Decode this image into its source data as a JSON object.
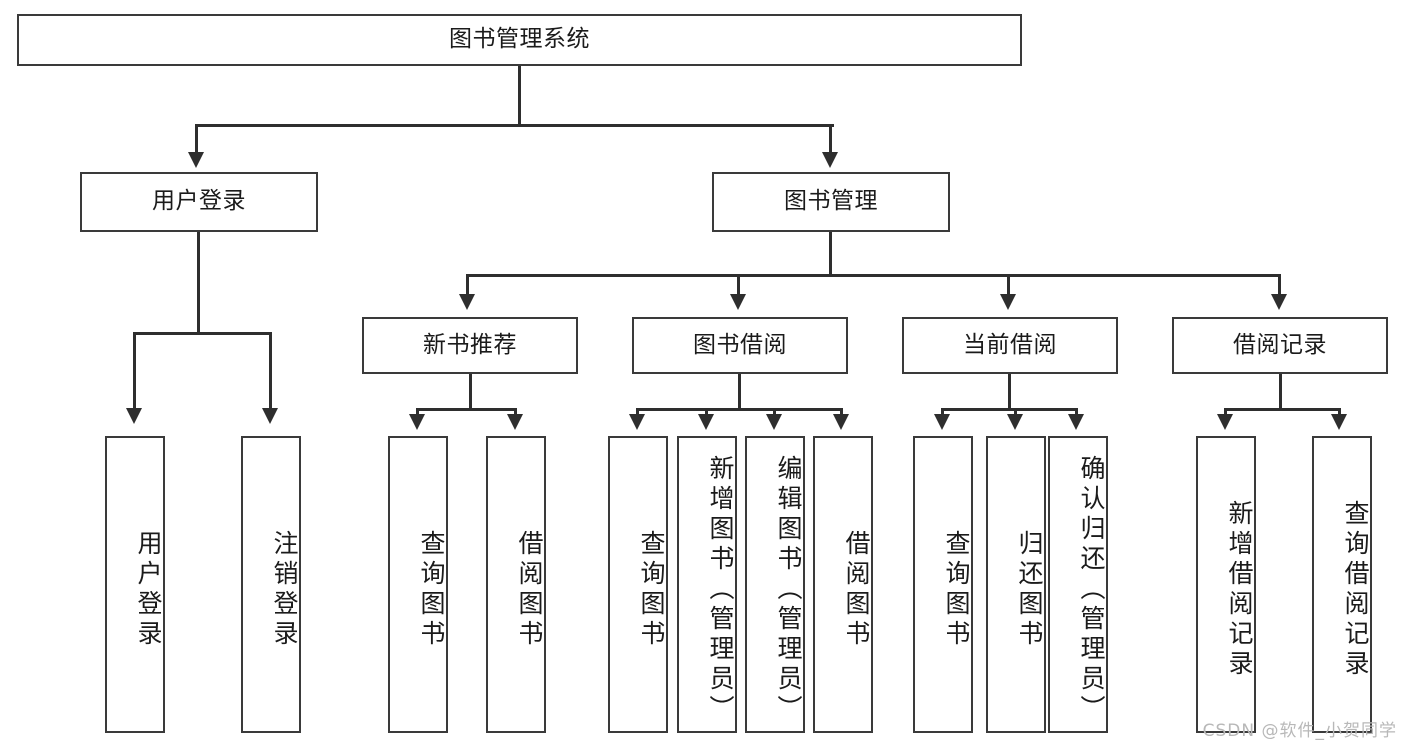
{
  "diagram": {
    "title": "图书管理系统",
    "watermark": "CSDN @软件_小贺同学",
    "colors": {
      "box_border": "#3a3a3a",
      "connector": "#2e2e2e",
      "background": "#ffffff",
      "text": "#1b1b1b",
      "watermark": "#b8b8b8"
    },
    "root": {
      "label": "图书管理系统"
    },
    "level2": [
      {
        "label": "用户登录"
      },
      {
        "label": "图书管理"
      }
    ],
    "level3": [
      {
        "label": "新书推荐"
      },
      {
        "label": "图书借阅"
      },
      {
        "label": "当前借阅"
      },
      {
        "label": "借阅记录"
      }
    ],
    "leaves": {
      "user_login": [
        {
          "label": "用户登录"
        },
        {
          "label": "注销登录"
        }
      ],
      "new_book_recommend": [
        {
          "label": "查询图书"
        },
        {
          "label": "借阅图书"
        }
      ],
      "book_borrow": [
        {
          "label": "查询图书"
        },
        {
          "label": "新增图书（管理员）"
        },
        {
          "label": "编辑图书（管理员）"
        },
        {
          "label": "借阅图书"
        }
      ],
      "current_borrow": [
        {
          "label": "查询图书"
        },
        {
          "label": "归还图书"
        },
        {
          "label": "确认归还（管理员）"
        }
      ],
      "borrow_record": [
        {
          "label": "新增借阅记录"
        },
        {
          "label": "查询借阅记录"
        }
      ]
    }
  }
}
